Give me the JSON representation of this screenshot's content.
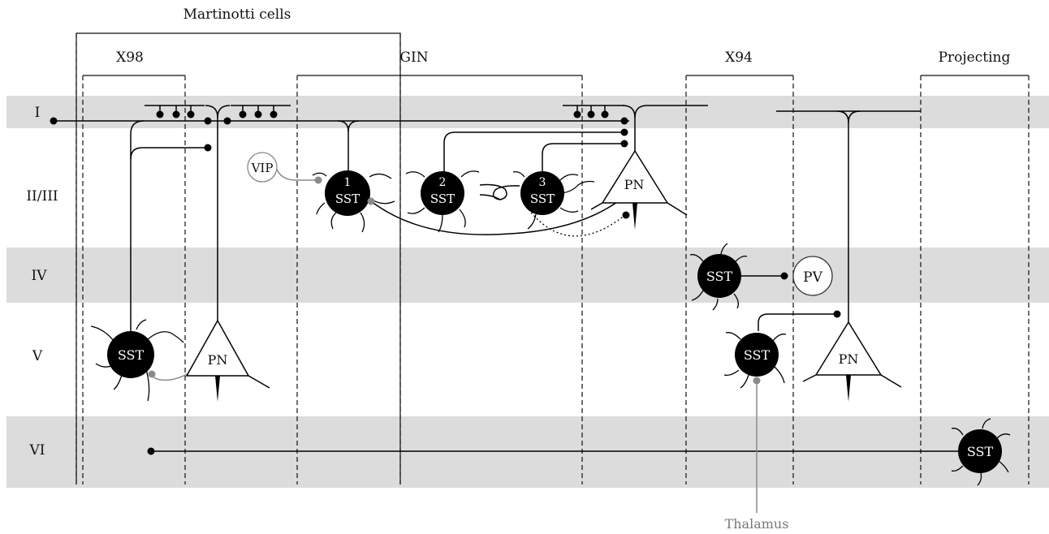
{
  "groups": {
    "martinotti": "Martinotti cells",
    "x98": "X98",
    "gin": "GIN",
    "x94": "X94",
    "projecting": "Projecting"
  },
  "layers": [
    "I",
    "II/III",
    "IV",
    "V",
    "VI"
  ],
  "cells": {
    "vip": "VIP",
    "sst": "SST",
    "pv": "PV",
    "pn": "PN",
    "n1": "1",
    "n2": "2",
    "n3": "3"
  },
  "labels": {
    "thalamus": "Thalamus"
  },
  "colors": {
    "layer_band": "#dcdcdc",
    "neuron_fill": "#000000",
    "gray_synapse": "#8a8a8a"
  }
}
